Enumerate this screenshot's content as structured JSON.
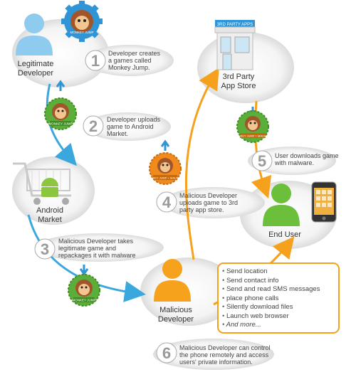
{
  "nodes": {
    "legit_dev": "Legitimate\nDeveloper",
    "android_market": "Android\nMarket",
    "malicious_dev": "Malicious\nDeveloper",
    "app_store": "3rd Party\nApp Store",
    "end_user": "End User"
  },
  "store_sign": "3RD PARTY APPS",
  "badges": {
    "clean": "MONKEY JUMP",
    "malware": "MONKEY JUMP + MALWARE"
  },
  "steps": [
    {
      "num": "1",
      "text": "Developer creates\na games called\nMonkey Jump."
    },
    {
      "num": "2",
      "text": "Developer uploads\ngame to Android\nMarket."
    },
    {
      "num": "3",
      "text": "Malicious Developer takes\nlegitimate game and\nrepackages it with malware"
    },
    {
      "num": "4",
      "text": "Malicious Developer\nuploads game to 3rd\nparty app store."
    },
    {
      "num": "5",
      "text": "User downloads game\nwith malware."
    },
    {
      "num": "6",
      "text": "Malicious Developer can control\nthe phone remotely and access\nusers' private information."
    }
  ],
  "malware_actions": [
    "Send location",
    "Send contact info",
    "Send and read SMS messages",
    "place phone calls",
    "Silently download files",
    "Launch web browser",
    "And more..."
  ],
  "colors": {
    "blue_arrow": "#3aa8dc",
    "orange_arrow": "#f5a11e",
    "legit_person": "#8fcbee",
    "malicious_person": "#f6a21c",
    "end_user_person": "#6cbf3a",
    "badge_green": "#5cae3a",
    "badge_orange": "#f08a1c",
    "badge_blue": "#2f95d6"
  }
}
